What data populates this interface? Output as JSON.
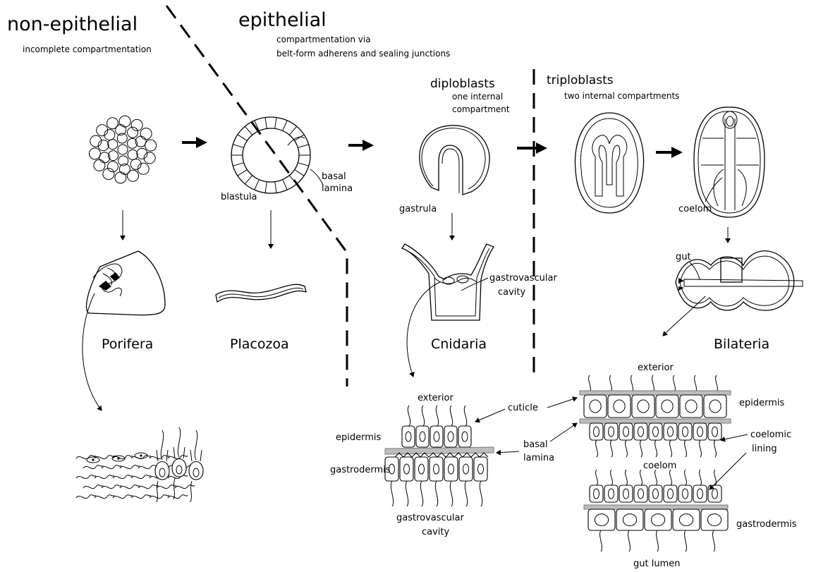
{
  "headings": {
    "non_epithelial": "non-epithelial",
    "non_epithelial_sub": "incomplete compartmentation",
    "epithelial": "epithelial",
    "epithelial_sub1": "compartmentation via",
    "epithelial_sub2": "belt-form adherens and sealing junctions",
    "diploblasts": "diploblasts",
    "diploblasts_sub1": "one internal",
    "diploblasts_sub2": "compartment",
    "triploblasts": "triploblasts",
    "triploblasts_sub": "two internal compartments"
  },
  "stage_labels": {
    "blastula": "blastula",
    "basal": "basal",
    "lamina": "lamina",
    "gastrula": "gastrula",
    "coelom": "coelom",
    "gut": "gut",
    "gastrovascular": "gastrovascular",
    "cavity": "cavity"
  },
  "taxa": [
    "Porifera",
    "Placozoa",
    "Cnidaria",
    "Bilateria"
  ],
  "detail_labels": {
    "exterior_left": "exterior",
    "epidermis_left": "epidermis",
    "gastrodermis_left": "gastrodermis",
    "gastrovascular": "gastrovascular",
    "cavity": "cavity",
    "cuticle": "cuticle",
    "basal": "basal",
    "lamina": "lamina",
    "exterior_right": "exterior",
    "epidermis_right": "epidermis",
    "coelomic": "coelomic",
    "lining": "lining",
    "coelom": "coelom",
    "gastrodermis_right": "gastrodermis",
    "gut_lumen": "gut lumen"
  }
}
